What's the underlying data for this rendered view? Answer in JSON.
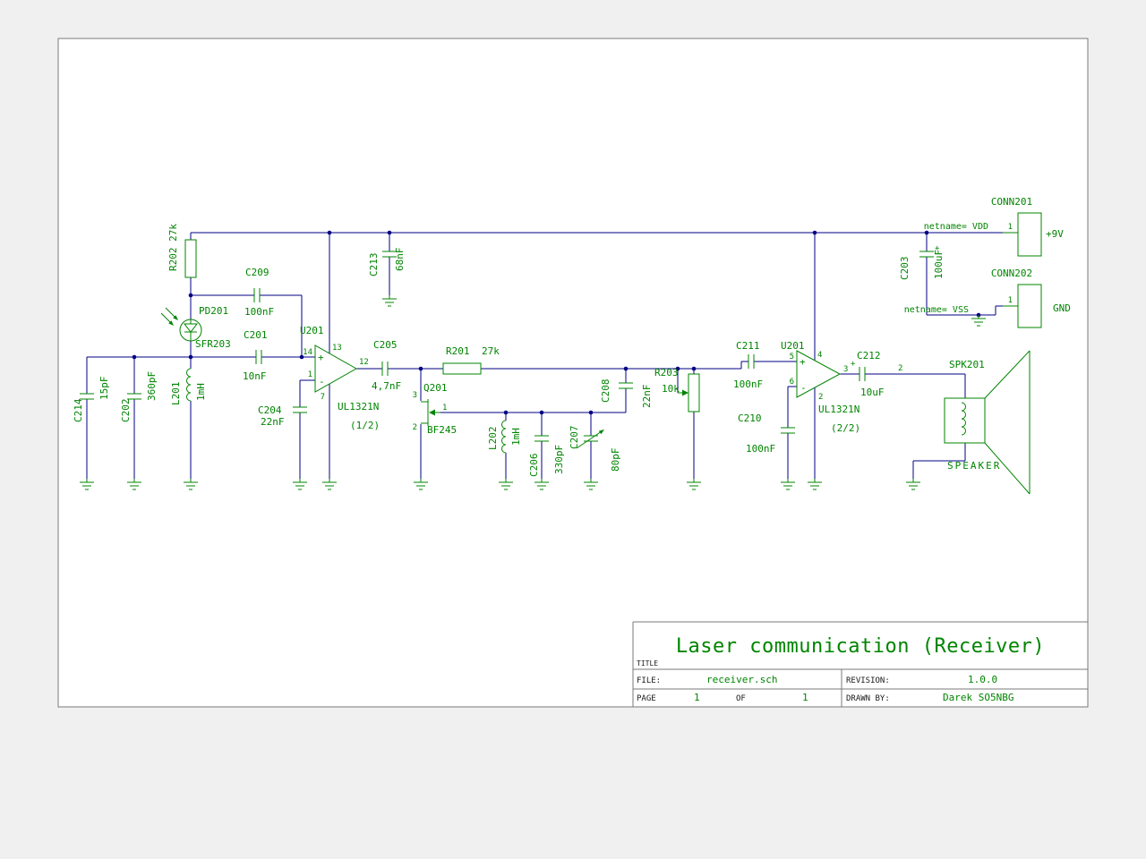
{
  "colors": {
    "wire": "#000084",
    "symbol": "#008400",
    "frame": "#7a7a7a",
    "background": "#f0f0f0",
    "sheet": "#ffffff"
  },
  "title_block": {
    "title": "Laser communication (Receiver)",
    "title_label": "TITLE",
    "file_label": "FILE:",
    "file_value": "receiver.sch",
    "revision_label": "REVISION:",
    "revision_value": "1.0.0",
    "page_label": "PAGE",
    "page_value": "1",
    "of_label": "OF",
    "of_total": "1",
    "drawn_by_label": "DRAWN BY:",
    "drawn_by_value": "Darek SO5NBG"
  },
  "nets": {
    "vdd_label": "netname= VDD",
    "vss_label": "netname= VSS",
    "plus9v": "+9V",
    "gnd": "GND"
  },
  "components": {
    "R202": {
      "ref": "R202 27k"
    },
    "PD201": {
      "ref": "PD201",
      "value": "SFR203"
    },
    "C209": {
      "ref": "C209",
      "value": "100nF"
    },
    "C201": {
      "ref": "C201",
      "value": "10nF"
    },
    "C214": {
      "ref": "C214",
      "value": "15pF"
    },
    "C202": {
      "ref": "C202",
      "value": "360pF"
    },
    "L201": {
      "ref": "L201",
      "value": "1mH"
    },
    "C204": {
      "ref": "C204",
      "value": "22nF"
    },
    "U201A": {
      "ref": "U201",
      "part": "UL1321N",
      "half": "(1/2)",
      "plus": "+",
      "minus": "-",
      "pin_vcc": "13",
      "pin_inp": "14",
      "pin_inn": "1",
      "pin_vee": "7",
      "pin_out": "12"
    },
    "C205": {
      "ref": "C205",
      "value": "4,7nF"
    },
    "R201": {
      "ref": "R201",
      "value": "27k"
    },
    "Q201": {
      "ref": "Q201",
      "value": "BF245",
      "pin_d": "3",
      "pin_g": "1",
      "pin_s": "2"
    },
    "L202": {
      "ref": "L202",
      "value": "1mH"
    },
    "C206": {
      "ref": "C206",
      "value": "330pF"
    },
    "C207": {
      "ref": "C207",
      "value": "80pF"
    },
    "C208": {
      "ref": "C208",
      "value": "22nF"
    },
    "R203": {
      "ref": "R203",
      "value": "10k"
    },
    "C211": {
      "ref": "C211",
      "value": "100nF"
    },
    "U201B": {
      "ref": "U201",
      "part": "UL1321N",
      "half": "(2/2)",
      "plus": "+",
      "minus": "-",
      "pin_vcc": "4",
      "pin_inp": "5",
      "pin_inn": "6",
      "pin_vee": "2",
      "pin_out": "3"
    },
    "C210": {
      "ref": "C210",
      "value": "100nF"
    },
    "C212": {
      "ref": "C212",
      "value": "10uF",
      "plus": "+",
      "pin2": "2"
    },
    "SPK201": {
      "ref": "SPK201",
      "value": "SPEAKER"
    },
    "C213": {
      "ref": "C213",
      "value": "68nF"
    },
    "C203": {
      "ref": "C203",
      "value": "100uF",
      "plus": "+"
    },
    "CONN201": {
      "ref": "CONN201",
      "pin1": "1"
    },
    "CONN202": {
      "ref": "CONN202",
      "pin1": "1"
    }
  }
}
